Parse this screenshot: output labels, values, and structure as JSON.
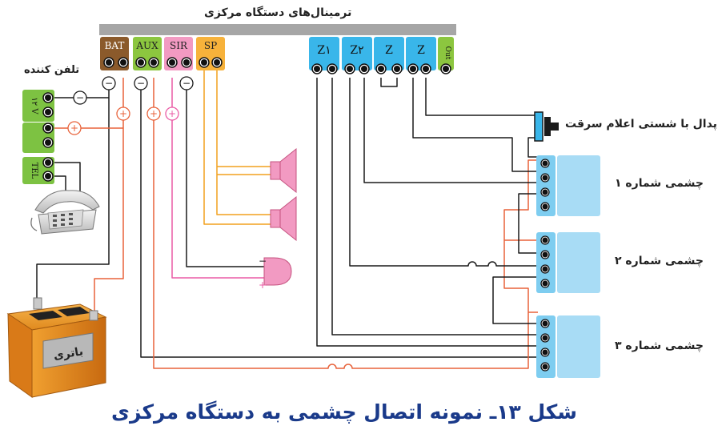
{
  "header_title": "ترمینال‌های دستگاه مرکزی",
  "caption": "شکل ۱۳ـ نمونه اتصال چشمی به دستگاه مرکزی",
  "caller_label": "تلفن کننده",
  "pedal_label": "پدال با شستی اعلام سرقت",
  "eye_labels": [
    "چشمی شماره ۱",
    "چشمی شماره ۲",
    "چشمی شماره ۳"
  ],
  "battery_label": "باتری",
  "terminals": {
    "bat": "BAT",
    "aux": "AUX",
    "sir": "SIR",
    "sp": "SP",
    "z1": "Z۱",
    "z2": "Z۲",
    "z3": "Z",
    "z4": "Z",
    "out": "Out"
  },
  "dialer_terminals": {
    "v12": "۱۲ V",
    "tel": "TEL"
  },
  "polarity": {
    "minus": "−",
    "plus": "+"
  },
  "colors": {
    "bat": "#8b5a2b",
    "aux": "#8cc63f",
    "sir": "#f29ac2",
    "sp": "#f7b23b",
    "zone": "#39b6ea",
    "out": "#8cc63f",
    "dialer": "#7dc242",
    "eye": "#a8dcf5",
    "wire_black": "#1a1a1a",
    "wire_red": "#e8623a",
    "wire_orange": "#f2a11f",
    "wire_pink": "#ea5ca6",
    "caption": "#1a3a8a"
  }
}
